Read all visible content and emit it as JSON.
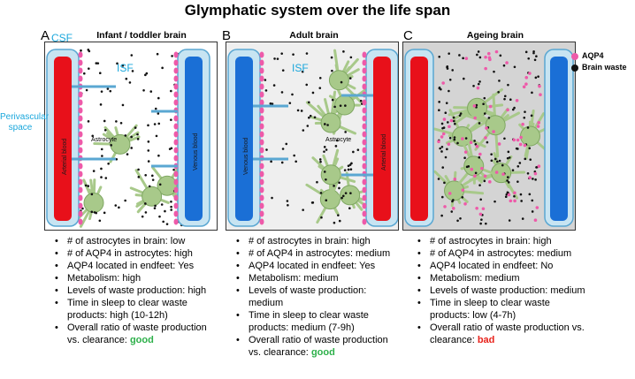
{
  "title": "Glymphatic system over the life span",
  "panels": [
    {
      "letter": "A",
      "title": "Infant / toddler brain",
      "left_vessel": "Arterial blood",
      "right_vessel": "Venous blood",
      "astrocyte": "Astrocyte",
      "bullets": [
        "# of astrocytes in brain: low",
        "# of AQP4 in astrocytes: high",
        "AQP4 located in endfeet: Yes",
        "Metabolism: high",
        "Levels of waste production: high",
        "Time in sleep to clear waste products: high (10-12h)",
        "Overall ratio of waste production vs. clearance:"
      ],
      "verdict": "good"
    },
    {
      "letter": "B",
      "title": "Adult brain",
      "left_vessel": "Venous blood",
      "right_vessel": "Arterial blood",
      "astrocyte": "Astrocyte",
      "bullets": [
        "# of astrocytes in brain: high",
        "# of AQP4 in astrocytes: medium",
        "AQP4 located in endfeet: Yes",
        "Metabolism: medium",
        "Levels of waste production: medium",
        "Time in sleep to clear waste products: medium (7-9h)",
        "Overall ratio of waste production vs. clearance:"
      ],
      "verdict": "good"
    },
    {
      "letter": "C",
      "title": "Ageing brain",
      "bullets": [
        "# of astrocytes in brain: high",
        "# of AQP4 in astrocytes: medium",
        "AQP4 located in endfeet: No",
        "Metabolism: medium",
        "Levels of waste production: medium",
        "Time in sleep to clear waste products: low (4-7h)",
        "Overall ratio of waste production vs. clearance:"
      ],
      "verdict": "bad"
    }
  ],
  "labels": {
    "csf": "CSF",
    "isf": "ISF",
    "perivascular": "Perivascular space"
  },
  "legend": {
    "aqp4": "AQP4",
    "waste": "Brain waste"
  },
  "colors": {
    "artery": "#e8101a",
    "vein": "#1a6fd6",
    "astrocyte": "#a8c98a",
    "aqp4": "#ee5aa9",
    "label": "#1aa7dc",
    "good": "#2db04a",
    "bad": "#e8221b"
  }
}
